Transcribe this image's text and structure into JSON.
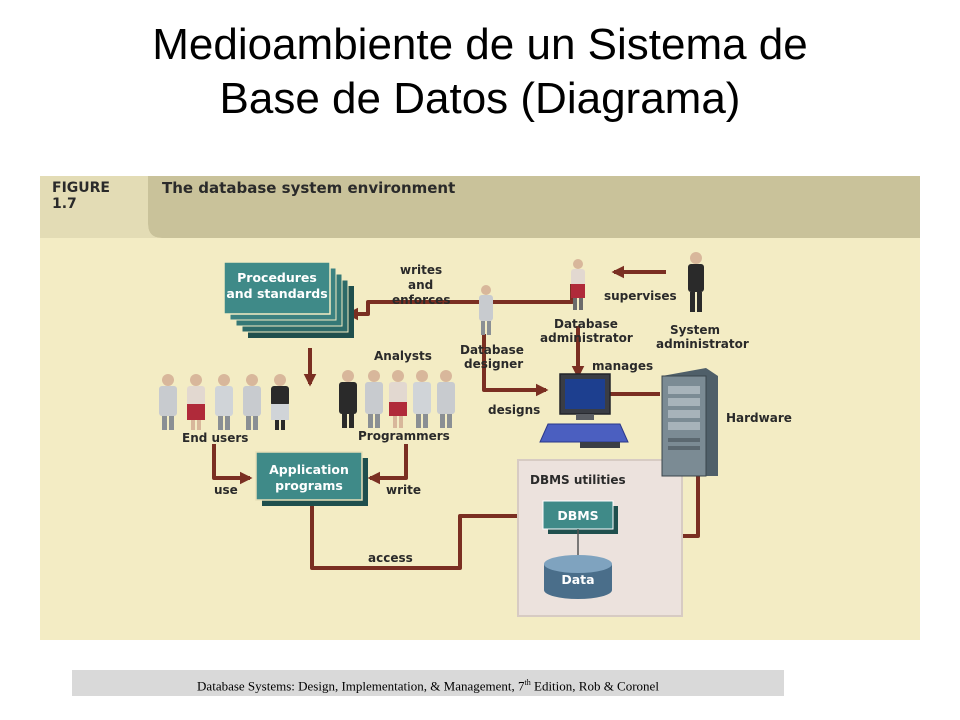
{
  "title": {
    "line1": "Medioambiente de un Sistema de",
    "line2": "Base de Datos (Diagrama)"
  },
  "figure": {
    "number_line1": "FIGURE",
    "number_line2": "1.7",
    "heading": "The database system environment",
    "boxes": {
      "procedures_line1": "Procedures",
      "procedures_line2": "and standards",
      "application_line1": "Application",
      "application_line2": "programs",
      "dbms_utilities": "DBMS utilities",
      "dbms": "DBMS",
      "data": "Data"
    },
    "labels": {
      "writes": "writes",
      "and": "and",
      "enforces": "enforces",
      "supervises": "supervises",
      "database_administrator_line1": "Database",
      "database_administrator_line2": "administrator",
      "system_administrator_line1": "System",
      "system_administrator_line2": "administrator",
      "database_designer_line1": "Database",
      "database_designer_line2": "designer",
      "analysts": "Analysts",
      "manages": "manages",
      "designs": "designs",
      "hardware": "Hardware",
      "end_users": "End users",
      "programmers": "Programmers",
      "use": "use",
      "write": "write",
      "access": "access"
    },
    "colors": {
      "background": "#f3ecc4",
      "header_band": "#c9c29a",
      "box": "#3f8a88",
      "arrow": "#7a2f22",
      "utilities_panel": "#ece2dd"
    }
  },
  "caption": {
    "prefix": "Database Systems: Design, Implementation, & Management, 7",
    "superscript": "th",
    "suffix": " Edition, Rob & Coronel"
  }
}
